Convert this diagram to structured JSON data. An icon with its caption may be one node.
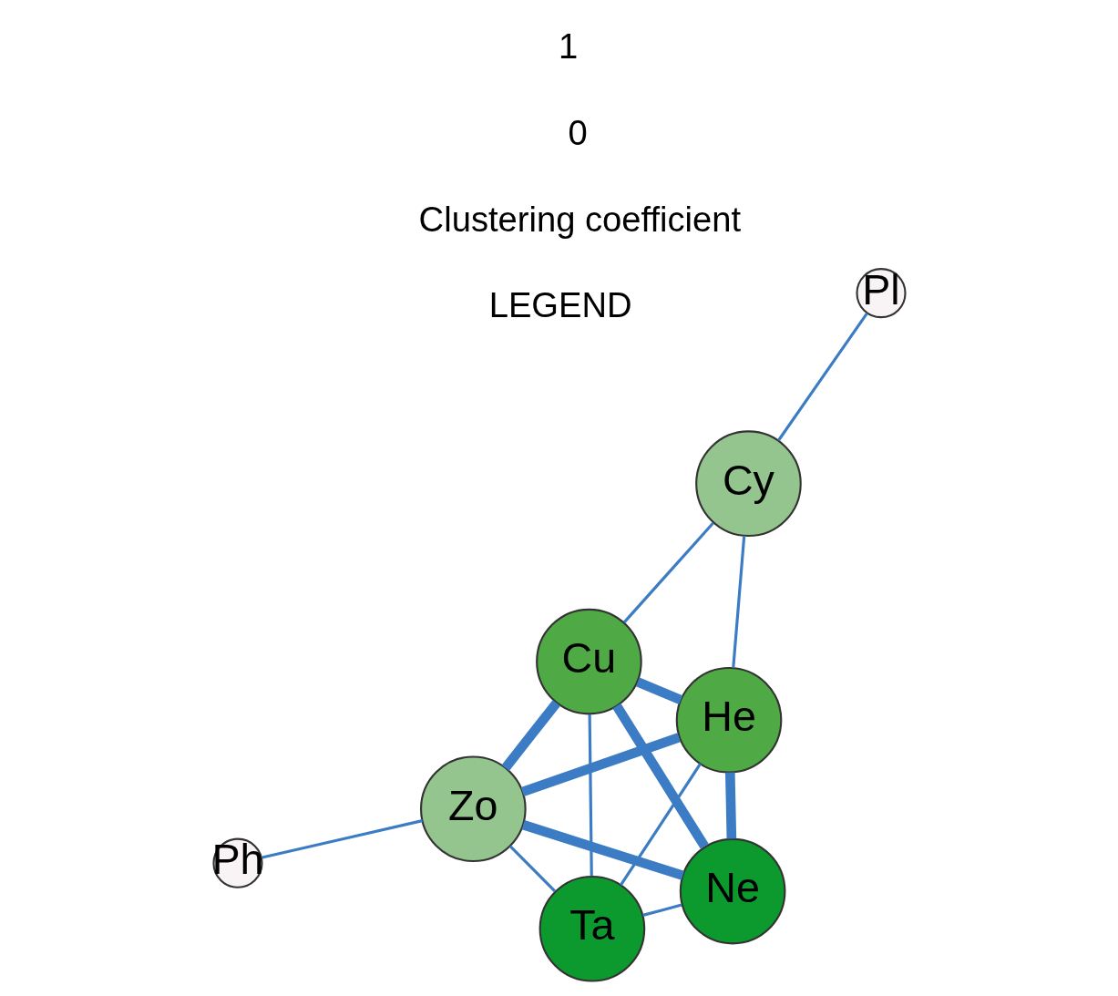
{
  "diagram": {
    "nodes": [
      {
        "text": [
          "Ph"
        ]
      },
      {
        "text": [
          "Zo"
        ]
      },
      {
        "text": [
          "Ta"
        ]
      },
      {
        "text": [
          "He"
        ]
      },
      {
        "text": [
          "Ne"
        ]
      },
      {
        "text": [
          "Cy"
        ]
      },
      {
        "text": [
          "Cu"
        ]
      },
      {
        "text": [
          "Pl"
        ]
      }
    ],
    "edges": [
      {
        "from": 0,
        "to": 1,
        "arrow": "none"
      },
      {
        "from": 1,
        "to": 2,
        "arrow": "none"
      },
      {
        "from": 1,
        "to": 3,
        "arrow": "none",
        "style": "thick"
      },
      {
        "from": 1,
        "to": 6,
        "arrow": "none",
        "style": "thick"
      },
      {
        "from": 1,
        "to": 4,
        "arrow": "none",
        "style": "thick"
      },
      {
        "from": 2,
        "to": 3,
        "arrow": "none"
      },
      {
        "from": 2,
        "to": 6,
        "arrow": "none"
      },
      {
        "from": 2,
        "to": 4,
        "arrow": "none"
      },
      {
        "from": 3,
        "to": 5,
        "arrow": "none"
      },
      {
        "from": 3,
        "to": 4,
        "arrow": "none",
        "style": "thick"
      },
      {
        "from": 3,
        "to": 6,
        "arrow": "none",
        "style": "thick"
      },
      {
        "from": 6,
        "to": 4,
        "arrow": "none",
        "style": "thick"
      },
      {
        "from": 5,
        "to": 7,
        "arrow": "none"
      },
      {
        "from": 5,
        "to": 6,
        "arrow": "none"
      }
    ],
    "labels": [
      "LEGEND",
      "Clustering coefficient",
      "0",
      "1"
    ]
  }
}
